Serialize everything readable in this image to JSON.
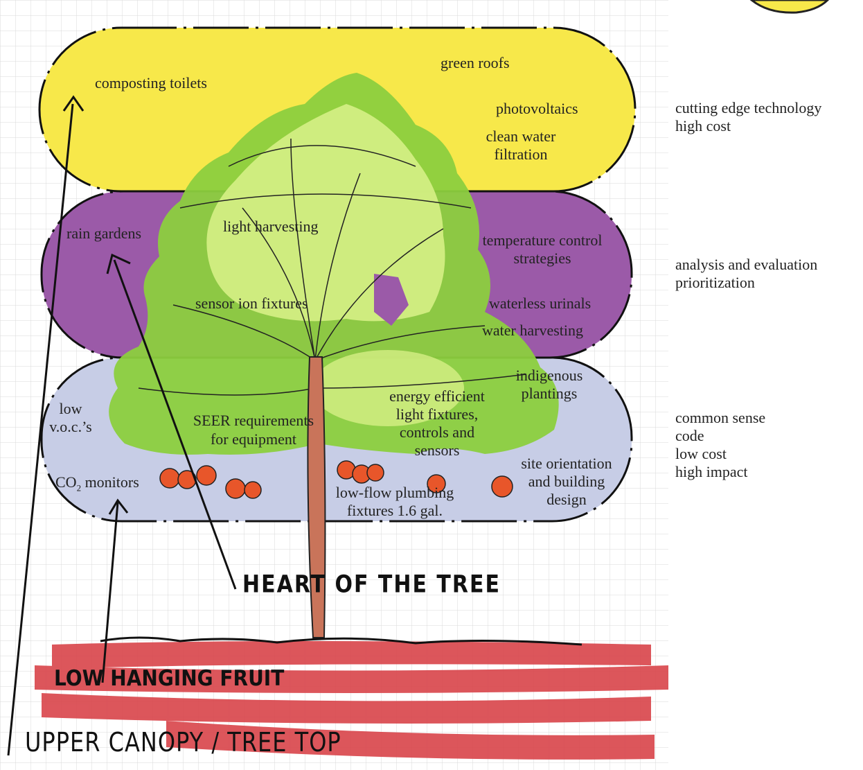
{
  "zones": {
    "upper": {
      "name": "upper canopy",
      "color": "#f7e84a",
      "items": [
        "composting toilets",
        "green roofs",
        "photovoltaics",
        "clean water",
        "filtration"
      ],
      "description": [
        "cutting edge technology",
        "high cost"
      ]
    },
    "middle": {
      "name": "heart of the tree",
      "color": "#9b5aa8",
      "items": [
        "rain gardens",
        "light harvesting",
        "temperature control",
        "strategies",
        "sensor ion fixtures",
        "waterless urinals",
        "water harvesting"
      ],
      "description": [
        "analysis and evaluation",
        "prioritization"
      ]
    },
    "lower": {
      "name": "low hanging fruit",
      "color": "#c7cde6",
      "items": [
        "low",
        "v.o.c.’s",
        "SEER requirements",
        "for equipment",
        "indigenous",
        "plantings",
        "energy efficient",
        "light fixtures,",
        "controls and",
        "sensors",
        "CO",
        "2",
        " monitors",
        "low-flow plumbing",
        "fixtures 1.6 gal.",
        "site orientation",
        "and building",
        "design"
      ],
      "description": [
        "common sense",
        "code",
        "low cost",
        "high impact"
      ]
    }
  },
  "handwritten": {
    "heart": "HEART OF THE TREE",
    "fruit": "LOW HANGING FRUIT",
    "canopy": "UPPER CANOPY / TREE TOP"
  },
  "colors": {
    "tree_green": "#8ccf3e",
    "tree_light": "#d6ef86",
    "fruit": "#e8562a",
    "trunk": "#c9745a",
    "ground": "#d9444a",
    "grid": "#d9d9d9"
  }
}
